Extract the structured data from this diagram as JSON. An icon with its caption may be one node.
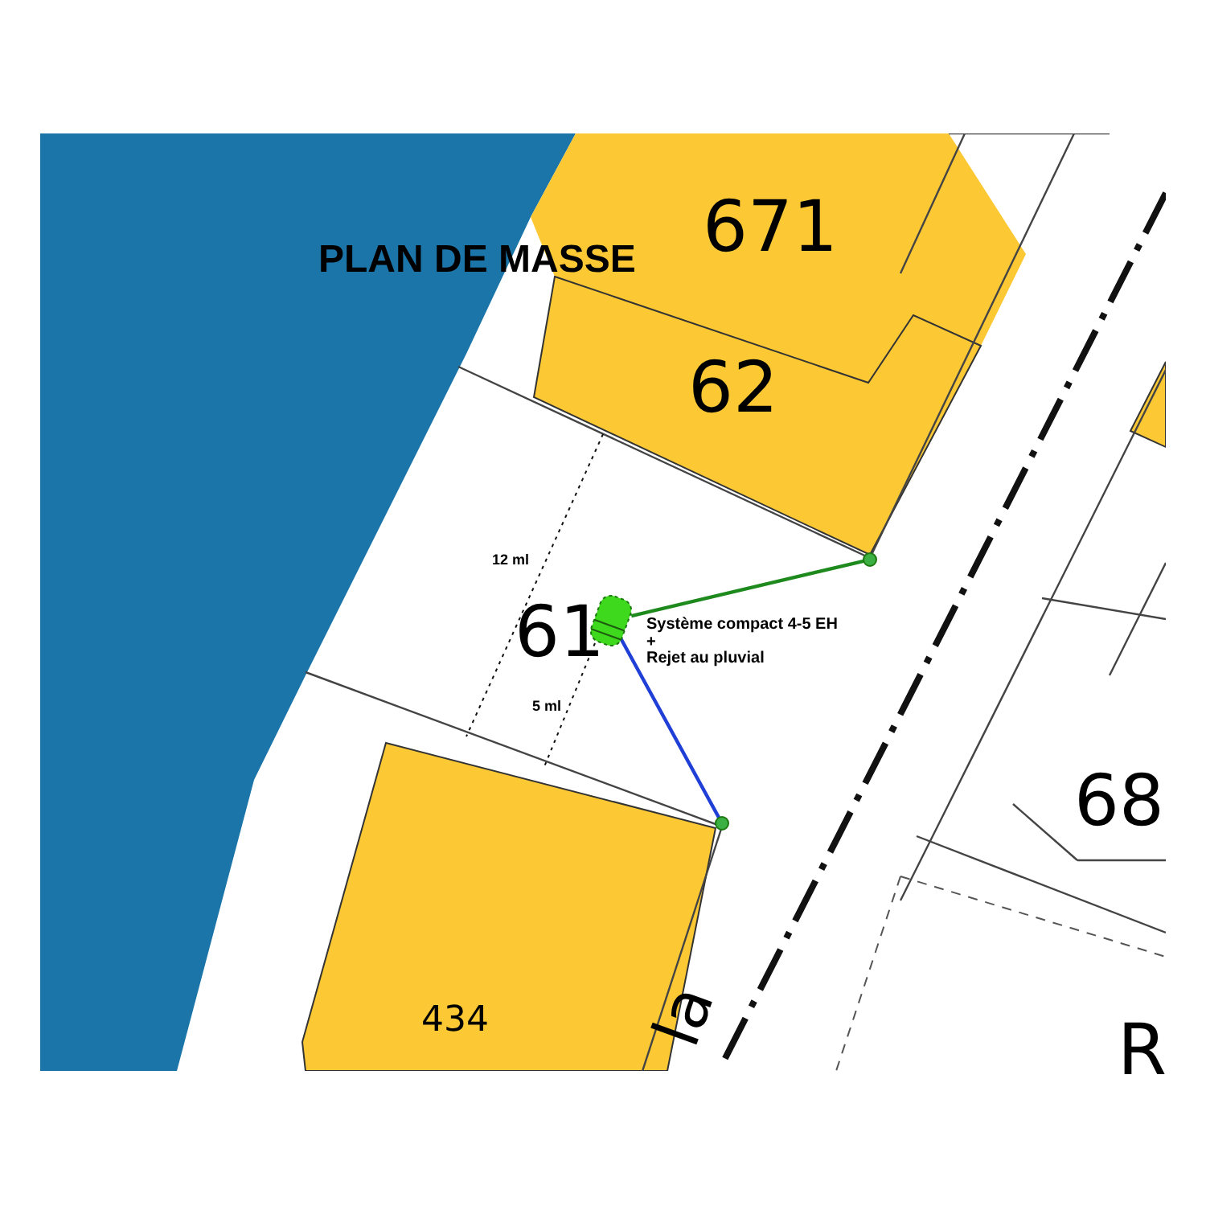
{
  "diagram": {
    "title": "PLAN DE MASSE",
    "nodes": [
      {
        "text": [],
        "shape": "cylinder"
      },
      {
        "text": [],
        "shape": "circle"
      },
      {
        "text": [],
        "shape": "circle"
      }
    ],
    "edges": [
      {
        "from": 0,
        "to": 1,
        "arrow": "none",
        "color": "#1e8a1e"
      },
      {
        "from": 0,
        "to": 2,
        "arrow": "none",
        "color": "#1f3fd6"
      }
    ],
    "labels": [
      "671",
      "62",
      "12 ml",
      "Système compact 4-5 EH",
      "+",
      "Rejet au pluvial",
      "61",
      "5 ml",
      "68",
      "434",
      "la",
      "R"
    ]
  }
}
